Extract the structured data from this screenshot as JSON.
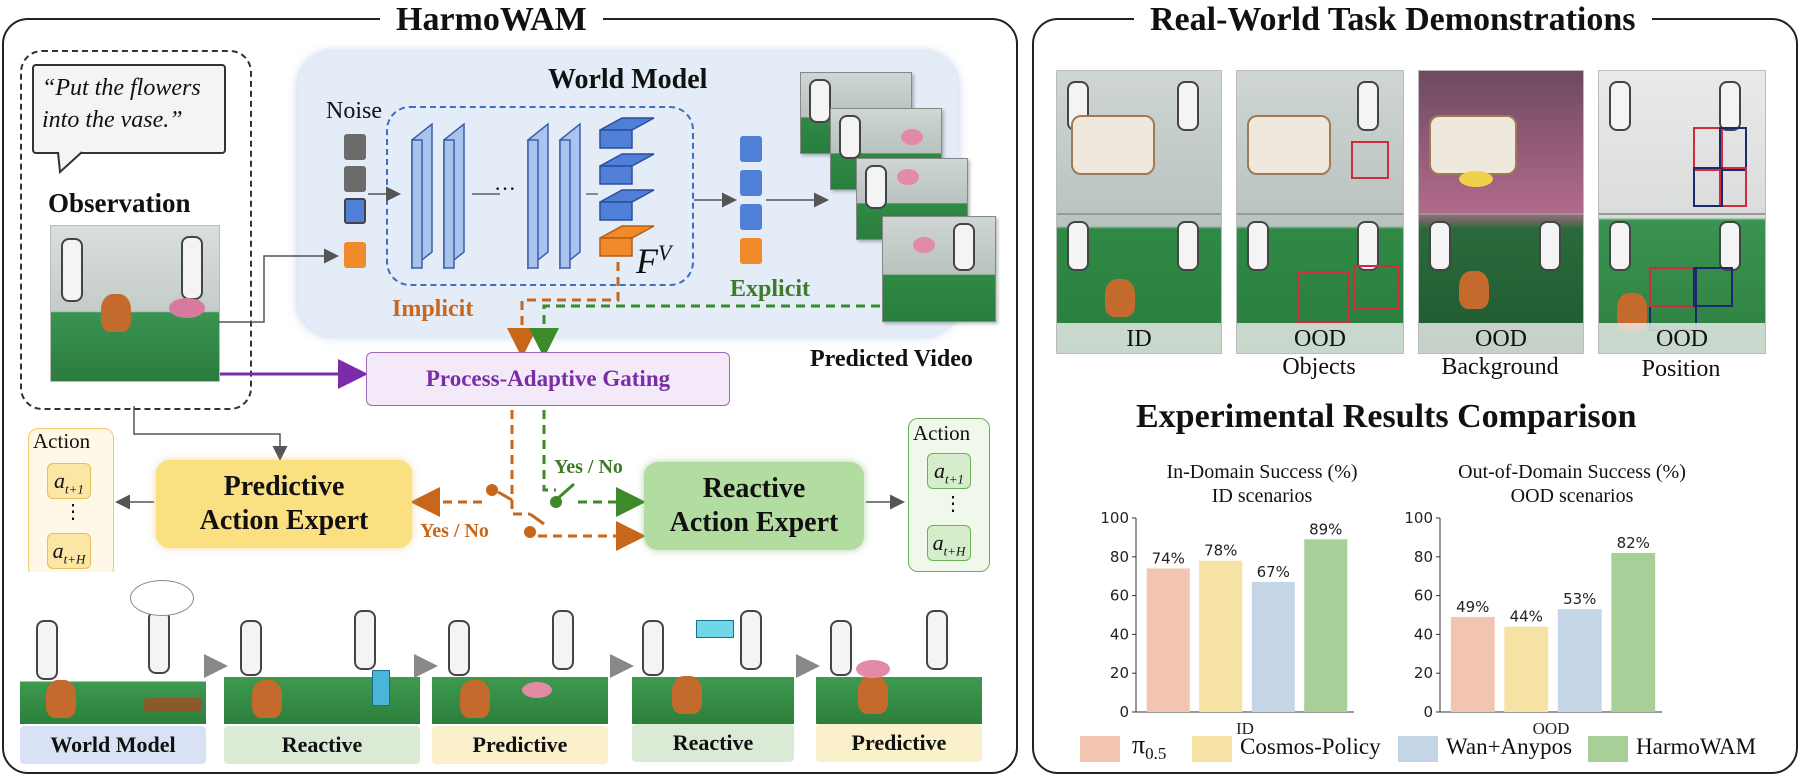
{
  "left_panel": {
    "title": "HarmoWAM",
    "instruction": "“Put the flowers into the vase.”",
    "observation_label": "Observation",
    "world_model": {
      "title": "World Model",
      "noise_label": "Noise",
      "ellipsis": "···",
      "feature_base": "F",
      "feature_sup": "V",
      "implicit_label": "Implicit",
      "explicit_label": "Explicit",
      "predicted_video_label": "Predicted Video"
    },
    "gating_label": "Process-Adaptive Gating",
    "yes_no_top": "Yes / No",
    "yes_no_bottom": "Yes / No",
    "predictive_expert": [
      "Predictive",
      "Action Expert"
    ],
    "reactive_expert": [
      "Reactive",
      "Action Expert"
    ],
    "action_left": {
      "label": "Action",
      "first_base": "a",
      "first_sub": "t+1",
      "dots": "⋮",
      "last_base": "a",
      "last_sub": "t+H"
    },
    "action_right": {
      "label": "Action",
      "first_base": "a",
      "first_sub": "t+1",
      "dots": "⋮",
      "last_base": "a",
      "last_sub": "t+H"
    },
    "sequence": [
      {
        "label": "World Model",
        "color": "#d9e2f5"
      },
      {
        "label": "Reactive",
        "color": "#dbead5"
      },
      {
        "label": "Predictive",
        "color": "#fbf0cc"
      },
      {
        "label": "Reactive",
        "color": "#dbead5"
      },
      {
        "label": "Predictive",
        "color": "#fbf0cc"
      }
    ]
  },
  "right_panel": {
    "title": "Real-World Task Demonstrations",
    "demos": [
      {
        "tag": "ID",
        "sub": ""
      },
      {
        "tag": "OOD",
        "sub": "Objects"
      },
      {
        "tag": "OOD",
        "sub": "Background"
      },
      {
        "tag": "OOD",
        "sub": "Position"
      }
    ],
    "results_title": "Experimental Results Comparison",
    "legend": [
      {
        "name": "π",
        "sub": "0.5",
        "color": "#f2c5b0"
      },
      {
        "name": "Cosmos-Policy",
        "sub": "",
        "color": "#f6e2a4"
      },
      {
        "name": "Wan+Anypos",
        "sub": "",
        "color": "#c4d5e6"
      },
      {
        "name": "HarmoWAM",
        "sub": "",
        "color": "#a9cf98"
      }
    ]
  },
  "chart_data": [
    {
      "type": "bar",
      "title": "In-Domain Success (%)",
      "subtitle": "ID scenarios",
      "xlabel": "ID",
      "categories": [
        "π 0.5",
        "Cosmos-Policy",
        "Wan+Anypos",
        "HarmoWAM"
      ],
      "values": [
        74,
        78,
        67,
        89
      ],
      "value_labels": [
        "74%",
        "78%",
        "67%",
        "89%"
      ],
      "colors": [
        "#f2c5b0",
        "#f6e2a4",
        "#c4d5e6",
        "#a9cf98"
      ],
      "ylim": [
        0,
        100
      ],
      "yticks": [
        0,
        20,
        40,
        60,
        80,
        100
      ],
      "grid": false
    },
    {
      "type": "bar",
      "title": "Out-of-Domain Success (%)",
      "subtitle": "OOD scenarios",
      "xlabel": "OOD",
      "categories": [
        "π 0.5",
        "Cosmos-Policy",
        "Wan+Anypos",
        "HarmoWAM"
      ],
      "values": [
        49,
        44,
        53,
        82
      ],
      "value_labels": [
        "49%",
        "44%",
        "53%",
        "82%"
      ],
      "colors": [
        "#f2c5b0",
        "#f6e2a4",
        "#c4d5e6",
        "#a9cf98"
      ],
      "ylim": [
        0,
        100
      ],
      "yticks": [
        0,
        20,
        40,
        60,
        80,
        100
      ],
      "grid": false
    }
  ]
}
